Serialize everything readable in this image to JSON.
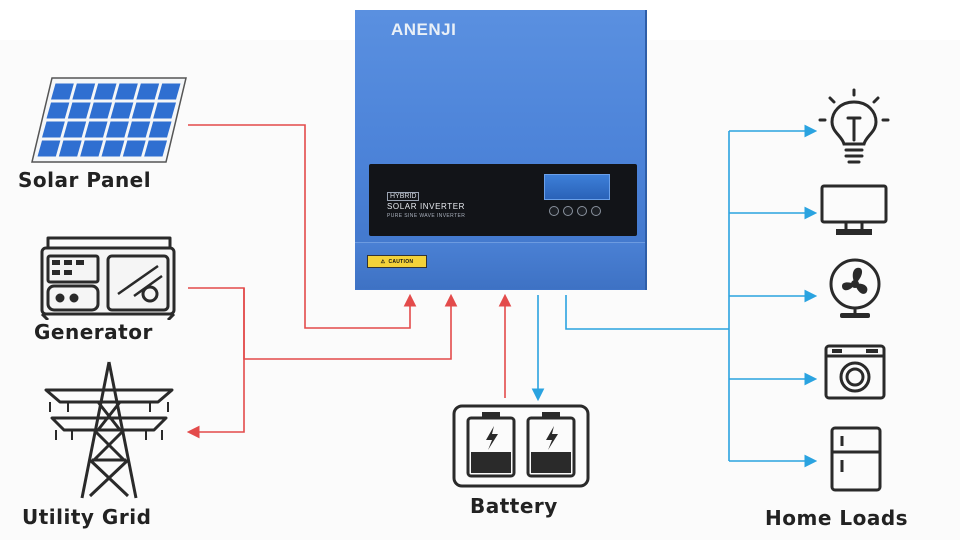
{
  "labels": {
    "solar": "Solar Panel",
    "generator": "Generator",
    "grid": "Utility Grid",
    "battery": "Battery",
    "loads": "Home Loads"
  },
  "inverter": {
    "brand": "ANENJI",
    "type": "HYBRID",
    "title": "SOLAR INVERTER",
    "subtitle": "PURE SINE WAVE INVERTER",
    "caution": "CAUTION"
  },
  "icons": {
    "solar": "solar-panel-icon",
    "generator": "generator-icon",
    "grid": "transmission-tower-icon",
    "battery": "battery-icon",
    "loads": [
      "light-bulb-icon",
      "monitor-icon",
      "fan-icon",
      "washing-machine-icon",
      "refrigerator-icon"
    ]
  },
  "colors": {
    "input_line": "#e34b4b",
    "output_line": "#2aa3e0",
    "inverter": "#4b82d8"
  }
}
